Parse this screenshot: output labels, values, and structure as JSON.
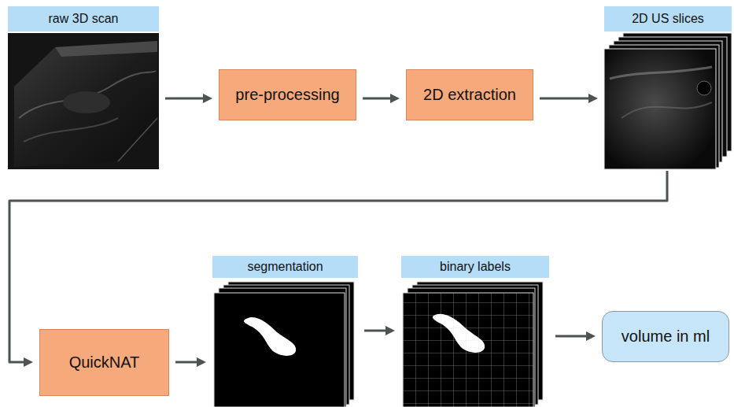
{
  "diagram": {
    "nodes": [
      {
        "text": [
          "raw 3D scan"
        ]
      },
      {
        "text": [
          "pre-processing"
        ]
      },
      {
        "text": [
          "2D extraction"
        ]
      },
      {
        "text": [
          "2D US slices"
        ]
      },
      {
        "text": [
          "QuickNAT"
        ]
      },
      {
        "text": [
          "segmentation"
        ]
      },
      {
        "text": [
          "binary labels"
        ]
      },
      {
        "text": [
          "volume in ml"
        ]
      }
    ],
    "edges": [
      {
        "from": 0,
        "to": 1,
        "arrow": "to"
      },
      {
        "from": 1,
        "to": 2,
        "arrow": "to"
      },
      {
        "from": 2,
        "to": 3,
        "arrow": "to"
      },
      {
        "from": 3,
        "to": 4,
        "arrow": "to"
      },
      {
        "from": 4,
        "to": 5,
        "arrow": "to"
      },
      {
        "from": 5,
        "to": 6,
        "arrow": "to"
      },
      {
        "from": 6,
        "to": 7,
        "arrow": "to"
      }
    ]
  }
}
